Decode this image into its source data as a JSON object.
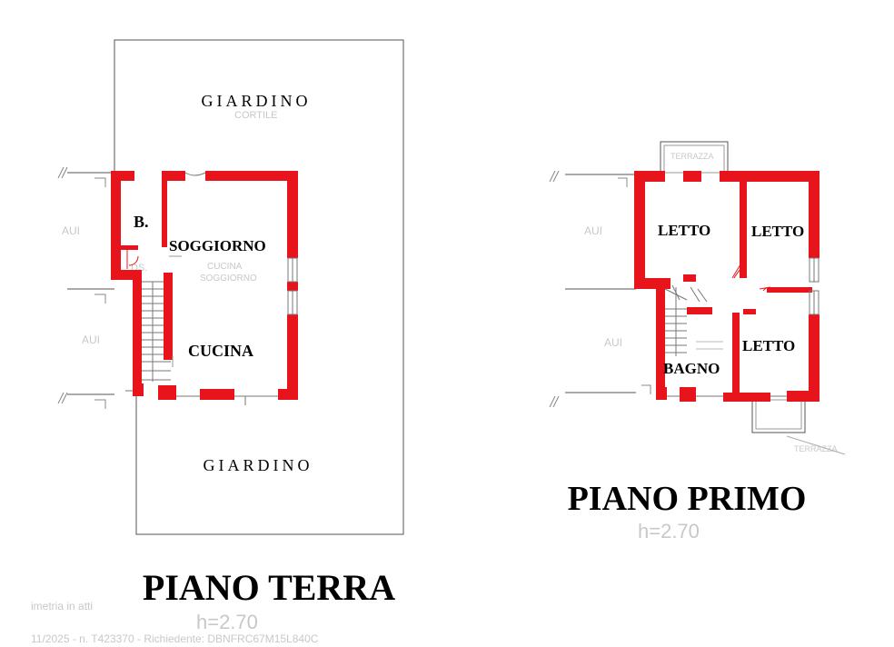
{
  "colors": {
    "wall": "#e8141c",
    "line": "#555555",
    "ghost": "#c8c8c8",
    "text": "#000000"
  },
  "ground_floor": {
    "title": "PIANO TERRA",
    "garden_top": "GIARDINO",
    "garden_bottom": "GIARDINO",
    "rooms": {
      "bath": "B.",
      "living": "SOGGIORNO",
      "kitchen": "CUCINA"
    },
    "ghost": {
      "aui_1": "AUI",
      "aui_2": "AUI",
      "ds": "DS.",
      "cucina_soggiorno_1": "CUCINA",
      "cucina_soggiorno_2": "SOGGIORNO",
      "cortile": "CORTILE",
      "height": "h=2.70",
      "footer_1": "imetria in atti",
      "footer_2": "11/2025 - n. T423370 - Richiedente: DBNFRC67M15L840C"
    }
  },
  "first_floor": {
    "title": "PIANO PRIMO",
    "rooms": {
      "bed_1": "LETTO",
      "bed_2": "LETTO",
      "bed_3": "LETTO",
      "bath": "BAGNO"
    },
    "ghost": {
      "terrazza_top": "TERRAZZA",
      "terrazza_bottom": "TERRAZZA",
      "aui_1": "AUI",
      "aui_2": "AUI",
      "height": "h=2.70"
    }
  }
}
